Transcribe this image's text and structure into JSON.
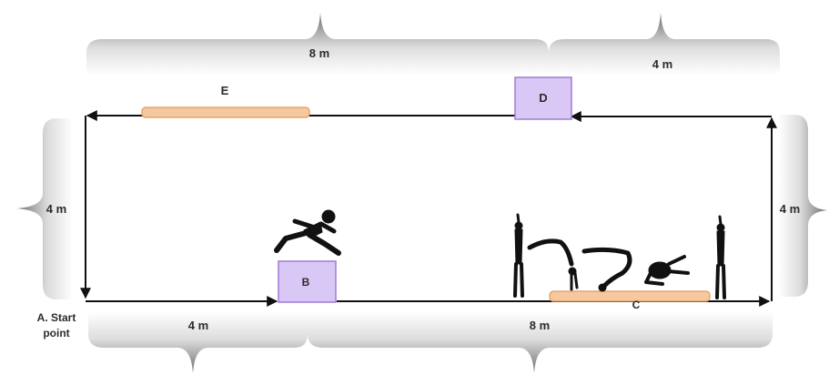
{
  "dimensions": {
    "top_left": "8 m",
    "top_right": "4 m",
    "bottom_left": "4 m",
    "bottom_right": "8 m",
    "left_side": "4 m",
    "right_side": "4 m"
  },
  "stations": {
    "start_line1": "A. Start",
    "start_line2": "point",
    "b": "B",
    "c": "C",
    "d": "D",
    "e": "E"
  },
  "colors": {
    "track_line": "#111111",
    "bench": "#f6c8a0",
    "bench_border": "#e39a55",
    "box_fill": "#d9c8f5",
    "box_border": "#9f7ad6",
    "ruler_dark": "#6f6f6f",
    "ruler_light": "#f4f4f4",
    "silhouette": "#111111"
  },
  "icons": {
    "runner": "hurdle-jumper-icon",
    "gymnast": "gymnast-roll-sequence-icon"
  }
}
